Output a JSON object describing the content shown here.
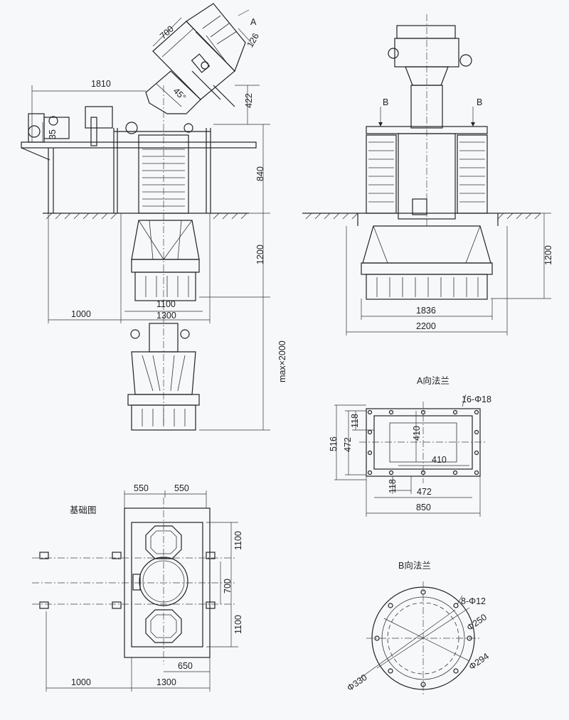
{
  "front_view": {
    "dims": {
      "d700": "700",
      "d126": "126",
      "arrow_a": "A",
      "d1810": "1810",
      "d45": "45°",
      "d422": "422",
      "d35": "35",
      "d840": "840",
      "d1200": "1200",
      "d1100": "1100",
      "d1000": "1000",
      "d1300": "1300",
      "dmax2000": "max×2000"
    }
  },
  "side_view": {
    "dims": {
      "b_left": "B",
      "b_right": "B",
      "d1200": "1200",
      "d1836": "1836",
      "d2200": "2200"
    }
  },
  "flange_a": {
    "title": "A向法兰",
    "holes": "16-Φ18",
    "d516": "516",
    "d472v": "472",
    "d118v": "118",
    "d410v": "410",
    "d410h": "410",
    "d118h": "118",
    "d472h": "472",
    "d850": "850"
  },
  "foundation": {
    "title": "基础图",
    "d550a": "550",
    "d550b": "550",
    "d1100a": "1100",
    "d700": "700",
    "d1100b": "1100",
    "d650": "650",
    "d1000": "1000",
    "d1300": "1300"
  },
  "flange_b": {
    "title": "B向法兰",
    "holes": "8-Φ12",
    "d250": "Φ250",
    "d294": "Φ294",
    "d330": "Φ330"
  }
}
